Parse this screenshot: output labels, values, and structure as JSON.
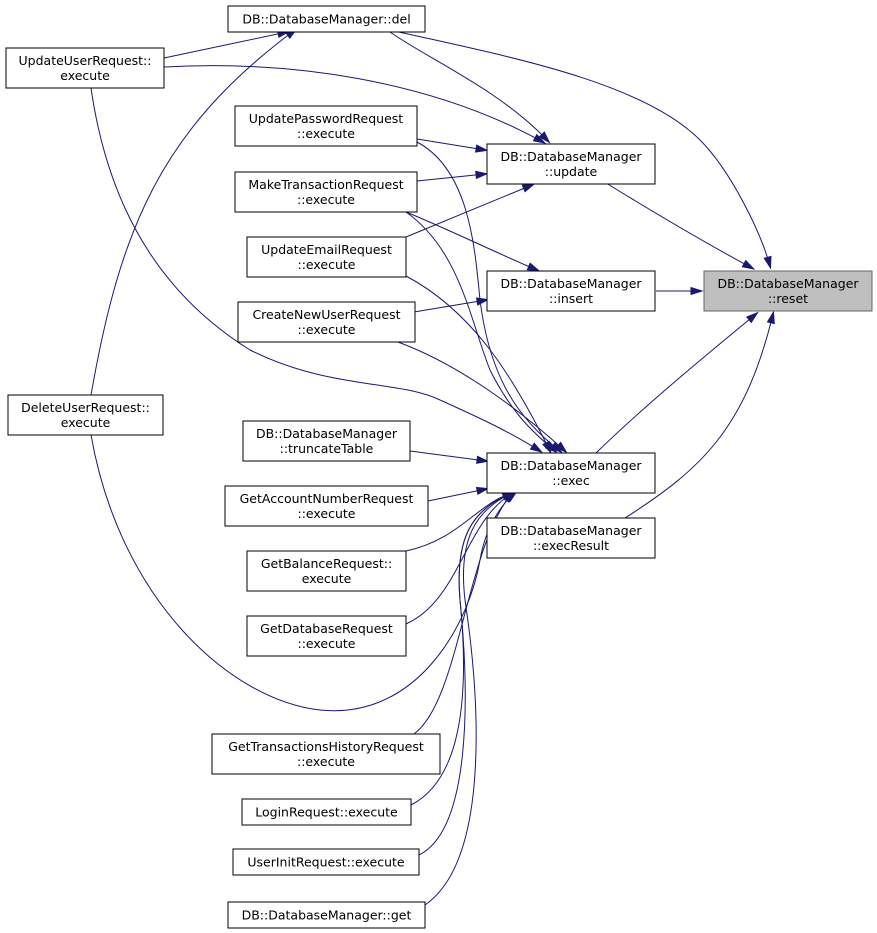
{
  "graph": {
    "title": "",
    "nodes": {
      "reset": {
        "lines": [
          "DB::DatabaseManager",
          "::reset"
        ]
      },
      "del": {
        "lines": [
          "DB::DatabaseManager::del"
        ]
      },
      "update": {
        "lines": [
          "DB::DatabaseManager",
          "::update"
        ]
      },
      "insert": {
        "lines": [
          "DB::DatabaseManager",
          "::insert"
        ]
      },
      "exec": {
        "lines": [
          "DB::DatabaseManager",
          "::exec"
        ]
      },
      "execResult": {
        "lines": [
          "DB::DatabaseManager",
          "::execResult"
        ]
      },
      "updateUser": {
        "lines": [
          "UpdateUserRequest::",
          "execute"
        ]
      },
      "updatePassword": {
        "lines": [
          "UpdatePasswordRequest",
          "::execute"
        ]
      },
      "makeTransaction": {
        "lines": [
          "MakeTransactionRequest",
          "::execute"
        ]
      },
      "updateEmail": {
        "lines": [
          "UpdateEmailRequest",
          "::execute"
        ]
      },
      "createNewUser": {
        "lines": [
          "CreateNewUserRequest",
          "::execute"
        ]
      },
      "deleteUser": {
        "lines": [
          "DeleteUserRequest::",
          "execute"
        ]
      },
      "truncateTable": {
        "lines": [
          "DB::DatabaseManager",
          "::truncateTable"
        ]
      },
      "getAccountNumber": {
        "lines": [
          "GetAccountNumberRequest",
          "::execute"
        ]
      },
      "getBalance": {
        "lines": [
          "GetBalanceRequest::",
          "execute"
        ]
      },
      "getDatabase": {
        "lines": [
          "GetDatabaseRequest",
          "::execute"
        ]
      },
      "getTransactionsHistory": {
        "lines": [
          "GetTransactionsHistoryRequest",
          "::execute"
        ]
      },
      "login": {
        "lines": [
          "LoginRequest::execute"
        ]
      },
      "userInit": {
        "lines": [
          "UserInitRequest::execute"
        ]
      },
      "get": {
        "lines": [
          "DB::DatabaseManager::get"
        ]
      }
    },
    "edges": [
      {
        "from": "del",
        "to": "reset"
      },
      {
        "from": "update",
        "to": "reset"
      },
      {
        "from": "insert",
        "to": "reset"
      },
      {
        "from": "exec",
        "to": "reset"
      },
      {
        "from": "execResult",
        "to": "reset"
      },
      {
        "from": "updateUser",
        "to": "del"
      },
      {
        "from": "deleteUser",
        "to": "del"
      },
      {
        "from": "del",
        "to": "update"
      },
      {
        "from": "updateUser",
        "to": "update"
      },
      {
        "from": "updatePassword",
        "to": "update"
      },
      {
        "from": "makeTransaction",
        "to": "update"
      },
      {
        "from": "updateEmail",
        "to": "update"
      },
      {
        "from": "makeTransaction",
        "to": "insert"
      },
      {
        "from": "createNewUser",
        "to": "insert"
      },
      {
        "from": "updateUser",
        "to": "exec"
      },
      {
        "from": "updatePassword",
        "to": "exec"
      },
      {
        "from": "makeTransaction",
        "to": "exec"
      },
      {
        "from": "updateEmail",
        "to": "exec"
      },
      {
        "from": "createNewUser",
        "to": "exec"
      },
      {
        "from": "deleteUser",
        "to": "exec"
      },
      {
        "from": "truncateTable",
        "to": "exec"
      },
      {
        "from": "getAccountNumber",
        "to": "exec"
      },
      {
        "from": "getBalance",
        "to": "exec"
      },
      {
        "from": "getDatabase",
        "to": "exec"
      },
      {
        "from": "getTransactionsHistory",
        "to": "exec"
      },
      {
        "from": "login",
        "to": "exec"
      },
      {
        "from": "userInit",
        "to": "exec"
      },
      {
        "from": "get",
        "to": "exec"
      }
    ]
  },
  "colors": {
    "edge": "#191970",
    "node_border": "#000000",
    "node_fill": "#ffffff",
    "focus_fill": "#bfbfbf",
    "focus_border": "#666666",
    "text": "#000000"
  }
}
